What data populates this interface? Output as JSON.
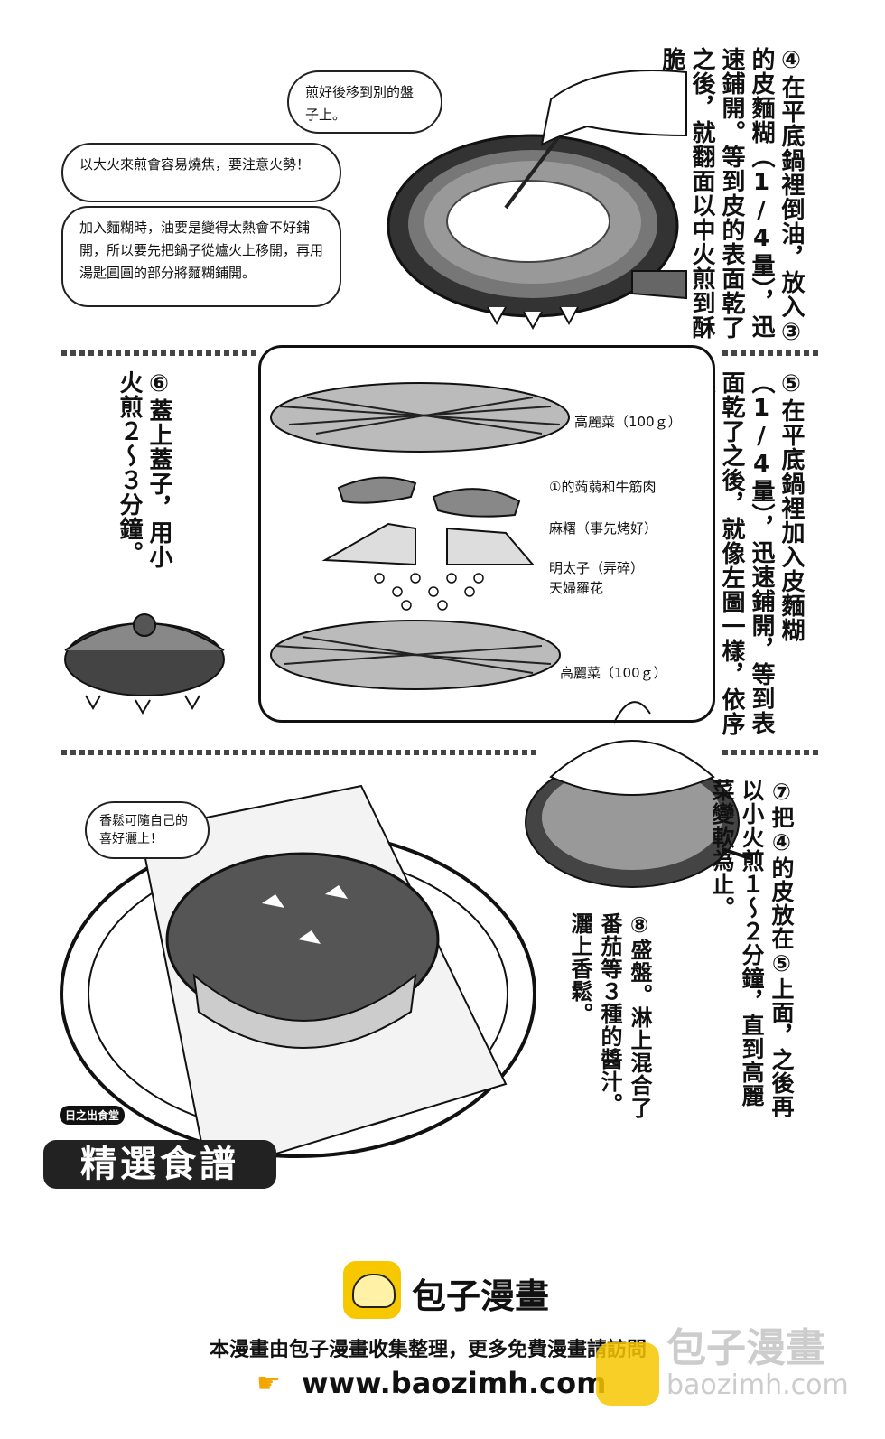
{
  "step4": {
    "text": "④在平底鍋裡倒油，放入③的皮麵糊（1/4量），迅速鋪開。等到皮的表面乾了之後，就翻面以中火煎到酥脆。"
  },
  "bubbles": {
    "move_plate": "煎好後移到別的盤子上。",
    "high_heat": "以大火來煎會容易燒焦，要注意火勢！",
    "batter_tip": "加入麵糊時，油要是變得太熱會不好鋪開，所以要先把鍋子從爐火上移開，再用湯匙圓圓的部分將麵糊鋪開。",
    "topping": "香鬆可隨自己的喜好灑上！"
  },
  "step5": {
    "text": "⑤在平底鍋裡加入皮麵糊（1/4量），迅速鋪開，等到表面乾了之後，就像左圖一樣，依序放上配料。"
  },
  "layers": {
    "cabbage_top": "高麗菜（100ｇ）",
    "konjac_beef": "①的蒟蒻和牛筋肉",
    "mochi": "麻糬（事先烤好）",
    "mentaiko": "明太子（弄碎）",
    "tenkasu": "天婦羅花",
    "cabbage_bottom": "高麗菜（100ｇ）"
  },
  "step6": {
    "text": "⑥蓋上蓋子，用小火煎２～３分鐘。"
  },
  "step7": {
    "text": "⑦把④的皮放在⑤上面，之後再以小火煎１～２分鐘，直到高麗菜變軟為止。"
  },
  "step8": {
    "text": "⑧盛盤。淋上混合了番茄等３種的醬汁。灑上香鬆。"
  },
  "badge": {
    "small": "日之出食堂",
    "title": "精選食譜"
  },
  "footer": {
    "brand": "包子漫畫",
    "notice": "本漫畫由包子漫畫收集整理，更多免費漫畫請訪問",
    "url": "www.baozimh.com",
    "watermark_title": "包子漫畫",
    "watermark_url": "baozimh.com"
  }
}
